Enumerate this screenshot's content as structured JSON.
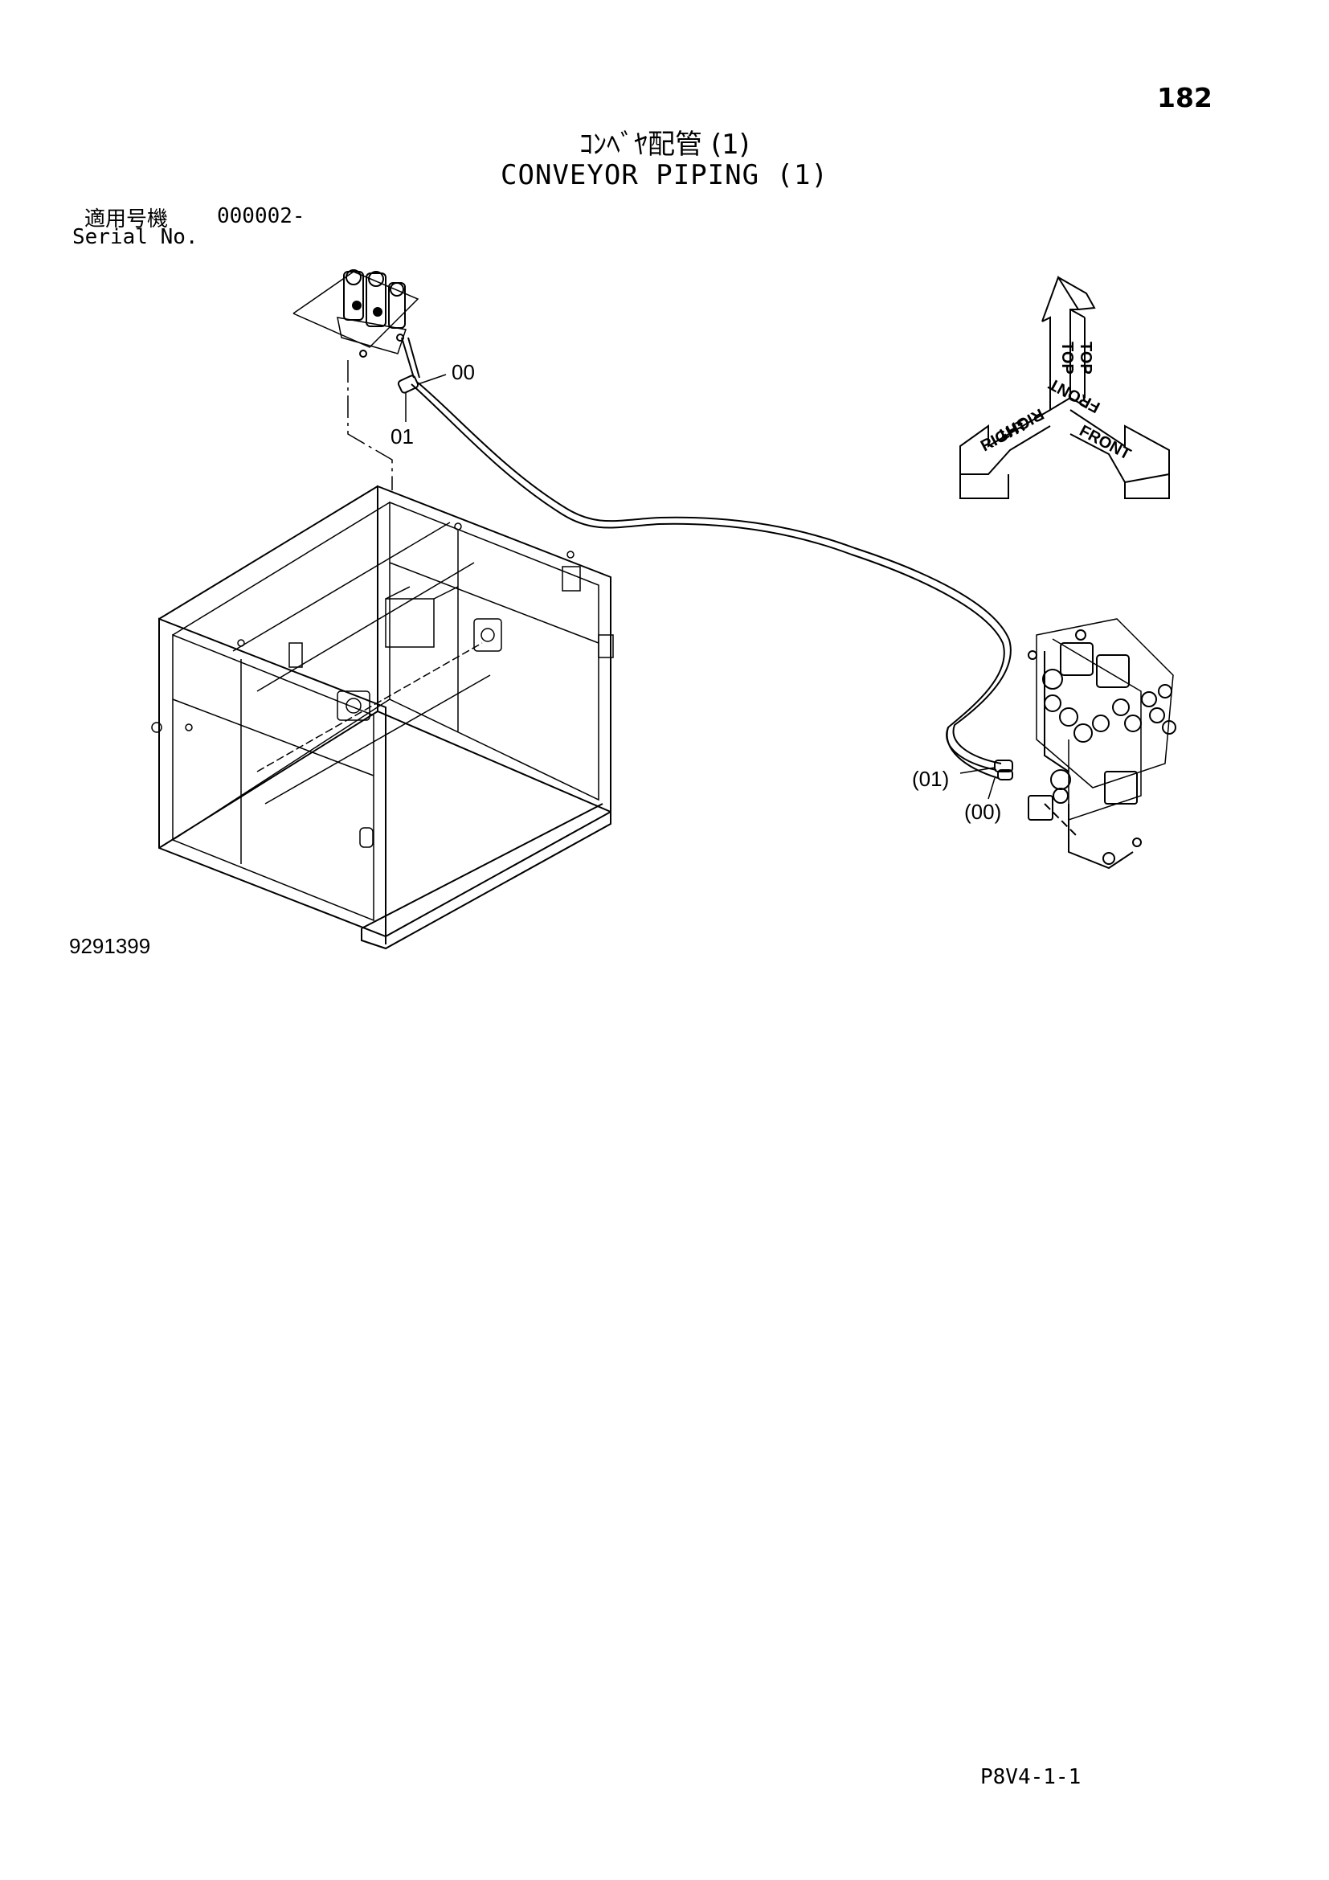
{
  "page": {
    "number": "182",
    "title_ja": "ｺﾝﾍﾞﾔ配管 (1)",
    "title_en": "CONVEYOR PIPING (1)",
    "serial_label_ja": "適用号機",
    "serial_value": "000002-",
    "serial_label_en": "Serial No.",
    "figure_number": "9291399",
    "page_code": "P8V4-1-1"
  },
  "callouts": {
    "top_hose": "00",
    "top_fitting": "01",
    "bottom_fitting": "(01)",
    "bottom_hose": "(00)"
  },
  "orientation": {
    "top": "TOP",
    "right": "RIGHT",
    "front": "FRONT"
  }
}
